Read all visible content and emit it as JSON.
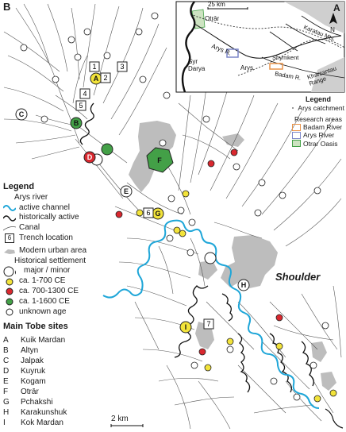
{
  "panel_b_label": "B",
  "panel_a_label": "A",
  "shoulder_label": "Shoulder",
  "scale_label": "2 km",
  "legend": {
    "title": "Legend",
    "arys_river": "Arys river",
    "active_channel": "active channel",
    "historically_active": "historically active",
    "canal": "Canal",
    "trench": "Trench location",
    "trench_example": "6",
    "urban": "Modern urban area",
    "hist_settlement": "Historical settlement",
    "major_minor": "major / minor",
    "period1": "ca. 1-700 CE",
    "period2": "ca. 700-1300 CE",
    "period3": "ca. 1-1600 CE",
    "period4": "unknown age"
  },
  "colors": {
    "channel": "#1fa6d8",
    "urban": "#bdbdbd",
    "yellow": "#f2e33a",
    "red": "#d9282f",
    "green": "#43a047",
    "white": "#ffffff",
    "badam": "#e8934a",
    "arys_area": "#7b86c9",
    "otrar_area": "#cde3c1"
  },
  "main_sites": {
    "title": "Main Tobe sites",
    "items": [
      {
        "key": "A",
        "name": "Kuik Mardan"
      },
      {
        "key": "B",
        "name": "Altyn"
      },
      {
        "key": "C",
        "name": "Jalpak"
      },
      {
        "key": "D",
        "name": "Kuyruk"
      },
      {
        "key": "E",
        "name": "Kogam"
      },
      {
        "key": "F",
        "name": "Otrār"
      },
      {
        "key": "G",
        "name": "Pchakshi"
      },
      {
        "key": "H",
        "name": "Karakunshuk"
      },
      {
        "key": "I",
        "name": "Kok Mardan"
      }
    ]
  },
  "site_markers": {
    "A": "A",
    "B": "B",
    "C": "C",
    "D": "D",
    "E": "E",
    "F": "F",
    "G": "G",
    "H": "H",
    "I": "I"
  },
  "trench_markers": [
    "1",
    "2",
    "3",
    "4",
    "5",
    "6",
    "7"
  ],
  "inset": {
    "scale": "25 km",
    "north": "N",
    "labels": {
      "otrar": "Otrār",
      "arys_r": "Arys R.",
      "arys": "Arys",
      "syr_darya": "Syr\nDarya",
      "shymkent": "Shymkent",
      "badam_r": "Badam R.",
      "karatau": "Karatau Mts.",
      "kharzantau": "Kharzantau\nRange"
    },
    "legend": {
      "title": "Legend",
      "catchment": "Arys catchment",
      "research_title": "Research areas",
      "badam": "Badam River",
      "arys": "Arys River",
      "otrar": "Otrar Oasis"
    }
  }
}
